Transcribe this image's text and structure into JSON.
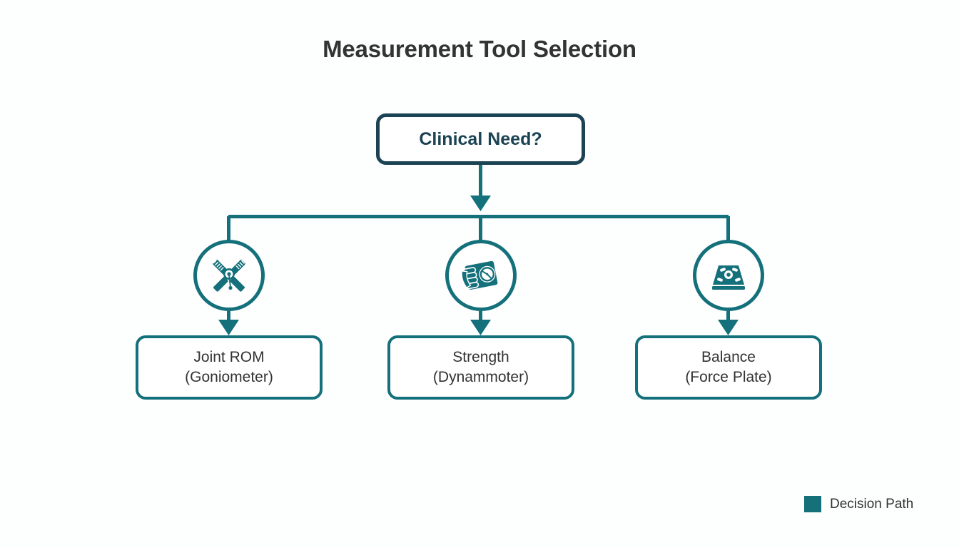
{
  "page": {
    "title": "Measurement Tool Selection",
    "background_color": "#fdfefe"
  },
  "colors": {
    "root_border": "#1b4354",
    "branch_teal": "#14707a",
    "title_text": "#333333",
    "node_text": "#333333",
    "legend_swatch": "#15707a"
  },
  "diagram": {
    "type": "decision-tree",
    "root": {
      "label": "Clinical Need?"
    },
    "branches": [
      {
        "icon": "goniometer-icon",
        "line1": "Joint ROM",
        "line2": "(Goniometer)"
      },
      {
        "icon": "dynamometer-icon",
        "line1": "Strength",
        "line2": "(Dynammoter)"
      },
      {
        "icon": "force-plate-icon",
        "line1": "Balance",
        "line2": "(Force Plate)"
      }
    ]
  },
  "legend": {
    "label": "Decision Path"
  }
}
